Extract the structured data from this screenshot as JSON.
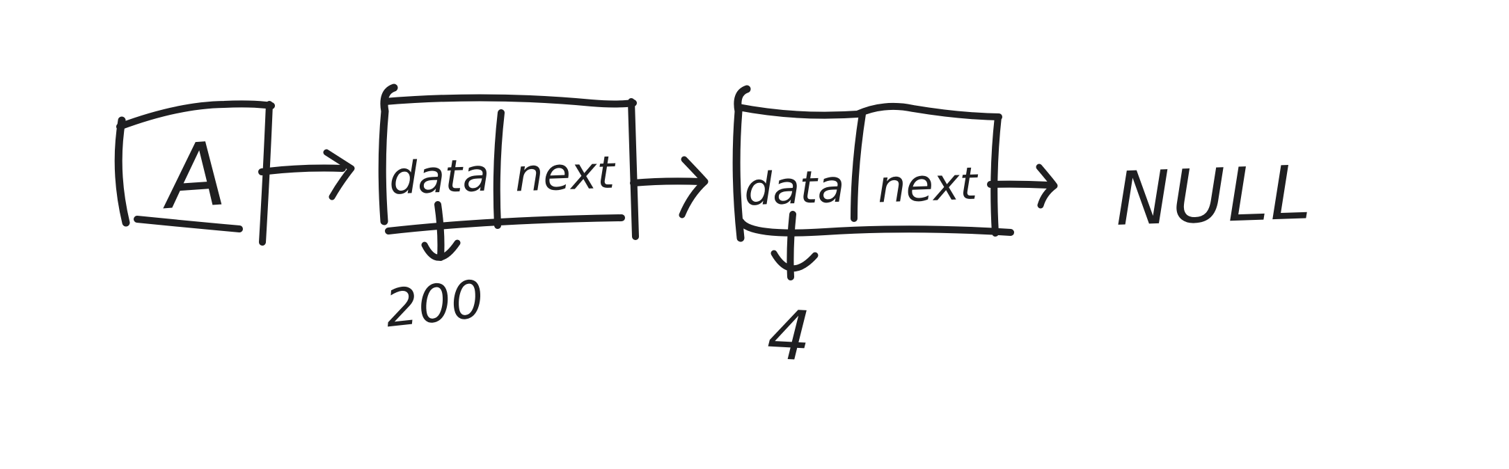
{
  "diagram": {
    "kind": "hand-drawn singly linked list sketch",
    "background_color": "#ffffff",
    "ink_color": "#1f1f21",
    "head": {
      "label": "A"
    },
    "nodes": [
      {
        "data_label": "data",
        "next_label": "next",
        "value_annotation": "200"
      },
      {
        "data_label": "data",
        "next_label": "next",
        "value_annotation": "4"
      }
    ],
    "terminator_label": "NULL"
  }
}
